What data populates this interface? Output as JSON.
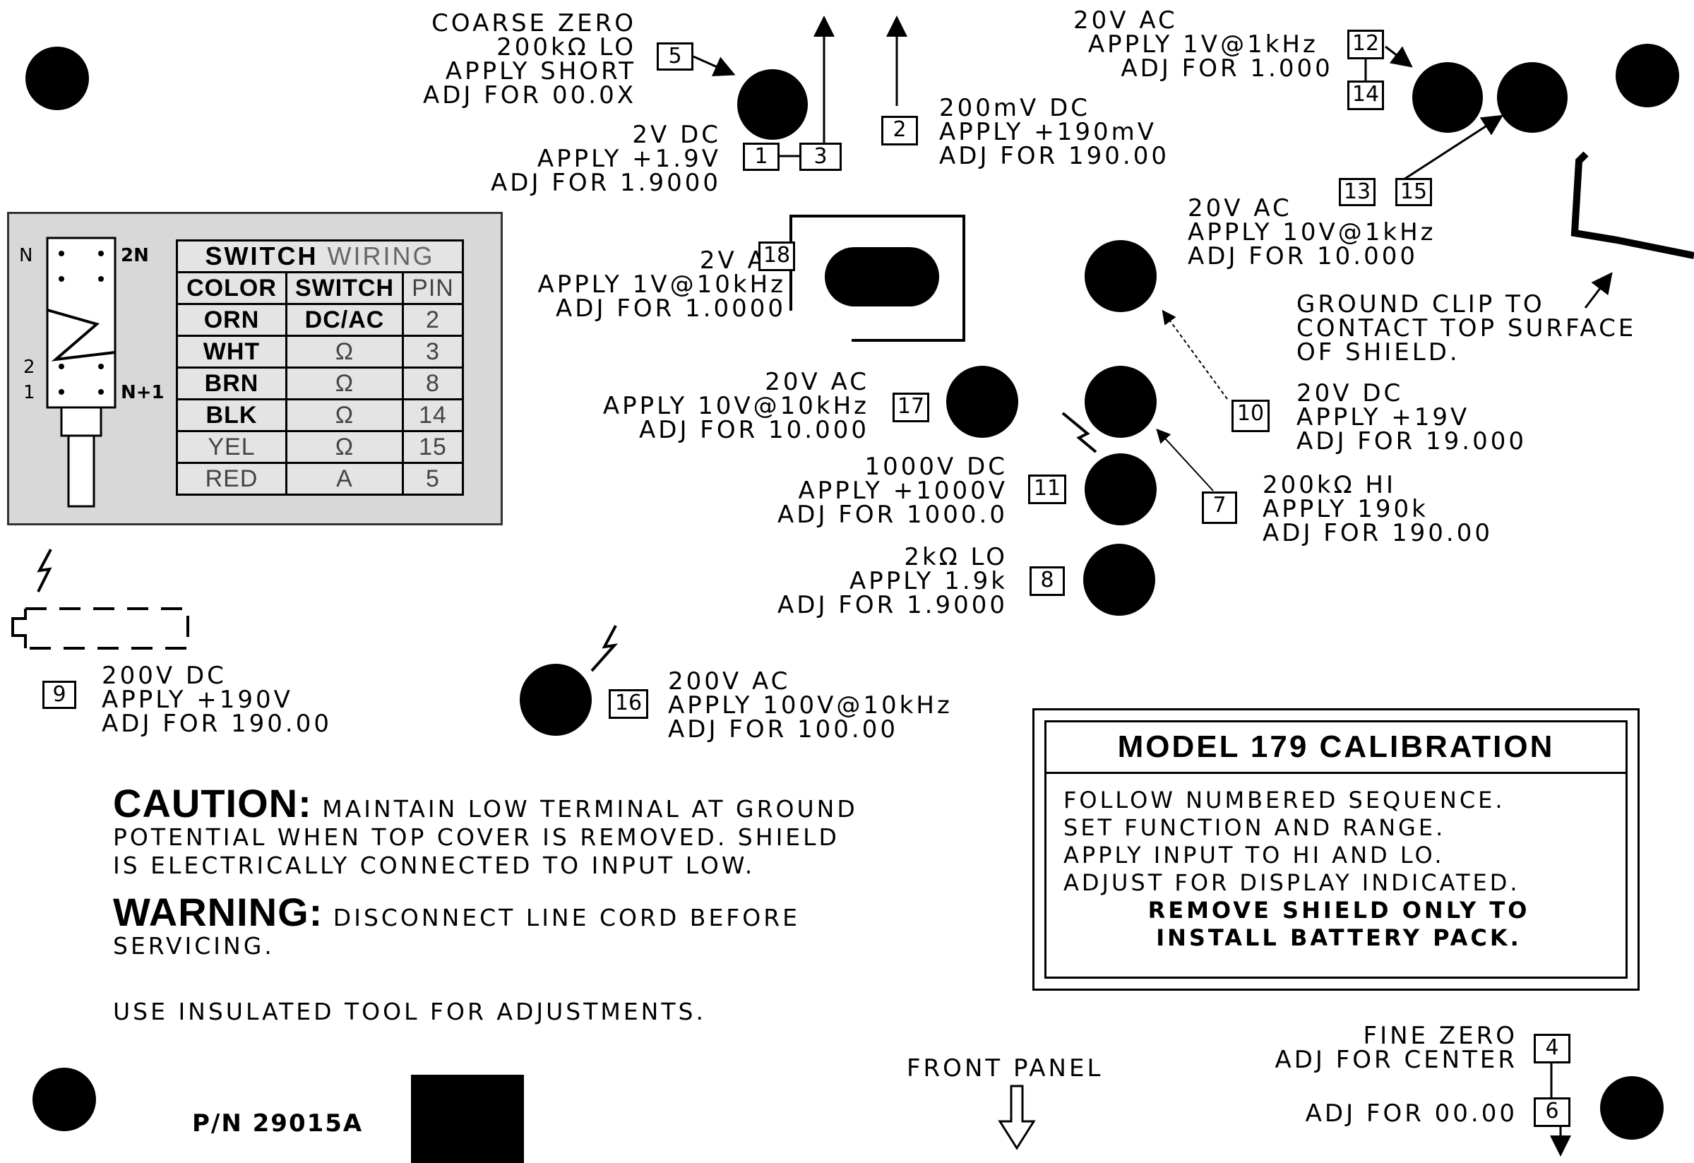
{
  "coarse_zero": [
    "COARSE ZERO",
    "200kΩ LO",
    "APPLY SHORT",
    "ADJ FOR 00.0X"
  ],
  "step_5": "5",
  "step_1": "1",
  "step_3": "3",
  "dc_2v": [
    "2V DC",
    "APPLY +1.9V",
    "ADJ FOR 1.9000"
  ],
  "step_2": "2",
  "mv_200": [
    "200mV DC",
    "APPLY +190mV",
    "ADJ FOR 190.00"
  ],
  "ac_20v_1": [
    "20V AC",
    "APPLY 1V@1kHz",
    "ADJ FOR 1.000"
  ],
  "step_12": "12",
  "step_14": "14",
  "step_13": "13",
  "step_15": "15",
  "ac_20v_2": [
    "20V AC",
    "APPLY 10V@1kHz",
    "ADJ FOR 10.000"
  ],
  "ground_clip": [
    "GROUND CLIP TO",
    "CONTACT TOP SURFACE",
    "OF SHIELD."
  ],
  "ac_2v": [
    "2V AC",
    "APPLY 1V@10kHz",
    "ADJ FOR 1.0000"
  ],
  "step_18": "18",
  "ac_20v_3": [
    "20V AC",
    "APPLY 10V@10kHz",
    "ADJ FOR 10.000"
  ],
  "step_17": "17",
  "dc_1000v": [
    "1000V DC",
    "APPLY +1000V",
    "ADJ FOR 1000.0"
  ],
  "step_11": "11",
  "dc_20v": [
    "20V DC",
    "APPLY +19V",
    "ADJ FOR 19.000"
  ],
  "step_10": "10",
  "hi_200k": [
    "200kΩ HI",
    "APPLY 190k",
    "ADJ FOR 190.00"
  ],
  "step_7": "7",
  "lo_2k": [
    "2kΩ LO",
    "APPLY 1.9k",
    "ADJ FOR 1.9000"
  ],
  "step_8": "8",
  "dc_200v": [
    "200V DC",
    "APPLY +190V",
    "ADJ FOR 190.00"
  ],
  "step_9": "9",
  "ac_200v": [
    "200V AC",
    "APPLY 100V@10kHz",
    "ADJ FOR 100.00"
  ],
  "step_16": "16",
  "wiring": {
    "labels": {
      "n": "N",
      "n2": "2N",
      "two": "2",
      "one": "1",
      "n1": "N+1"
    },
    "title_bold": "SWITCH",
    "title_light": "WIRING",
    "headers": [
      "COLOR",
      "SWITCH",
      "PIN"
    ],
    "rows": [
      [
        "ORN",
        "DC/AC",
        "2"
      ],
      [
        "WHT",
        "Ω",
        "3"
      ],
      [
        "BRN",
        "Ω",
        "8"
      ],
      [
        "BLK",
        "Ω",
        "14"
      ],
      [
        "YEL",
        "Ω",
        "15"
      ],
      [
        "RED",
        "A",
        "5"
      ]
    ]
  },
  "caution": {
    "label": "CAUTION:",
    "line1": "MAINTAIN LOW TERMINAL AT GROUND",
    "line2": "POTENTIAL WHEN TOP COVER IS REMOVED. SHIELD",
    "line3": "IS ELECTRICALLY CONNECTED TO INPUT LOW."
  },
  "warning": {
    "label": "WARNING:",
    "line1": "DISCONNECT LINE CORD BEFORE",
    "line2": "SERVICING."
  },
  "insulated": "USE INSULATED TOOL FOR ADJUSTMENTS.",
  "calibration": {
    "title": "MODEL 179 CALIBRATION",
    "lines": [
      "FOLLOW NUMBERED SEQUENCE.",
      "SET FUNCTION AND RANGE.",
      "APPLY INPUT TO HI AND LO.",
      "ADJUST FOR DISPLAY INDICATED."
    ],
    "bold": [
      "REMOVE SHIELD ONLY TO",
      "INSTALL BATTERY PACK."
    ]
  },
  "fine_zero": [
    "FINE ZERO",
    "ADJ FOR CENTER"
  ],
  "step_4": "4",
  "zero_adj": "ADJ FOR 00.00",
  "step_6": "6",
  "front_panel": "FRONT PANEL",
  "part_number": "P/N 29015A"
}
